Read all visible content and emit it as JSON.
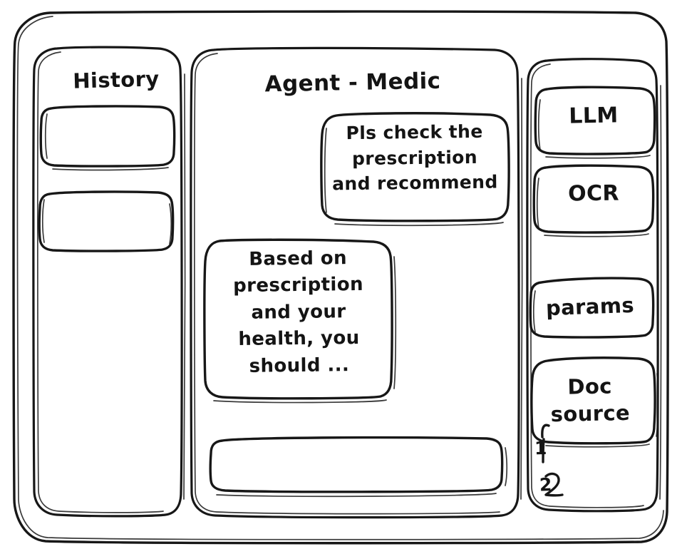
{
  "app": {
    "type": "wireframe-sketch",
    "style": "hand-drawn",
    "background_color": "#ffffff",
    "ink_color": "#171717"
  },
  "sidebar_left": {
    "title": "History",
    "items": [
      {
        "label": "",
        "name": "history-item-1"
      },
      {
        "label": "",
        "name": "history-item-2"
      }
    ]
  },
  "main": {
    "title": "Agent - Medic",
    "messages": [
      {
        "role": "user",
        "align": "right",
        "text": "Pls check the\nprescription\nand recommend"
      },
      {
        "role": "agent",
        "align": "left",
        "text": "Based on\nprescription\nand your\nhealth, you\nshould ..."
      }
    ],
    "composer": {
      "value": "",
      "placeholder": ""
    }
  },
  "sidebar_right": {
    "tools": [
      {
        "label": "LLM",
        "name": "tool-llm"
      },
      {
        "label": "OCR",
        "name": "tool-ocr"
      },
      {
        "label": "params",
        "name": "tool-params"
      },
      {
        "label": "Doc\nsource",
        "name": "tool-doc-source"
      }
    ],
    "sources": [
      {
        "label": "1"
      },
      {
        "label": "2"
      }
    ]
  }
}
